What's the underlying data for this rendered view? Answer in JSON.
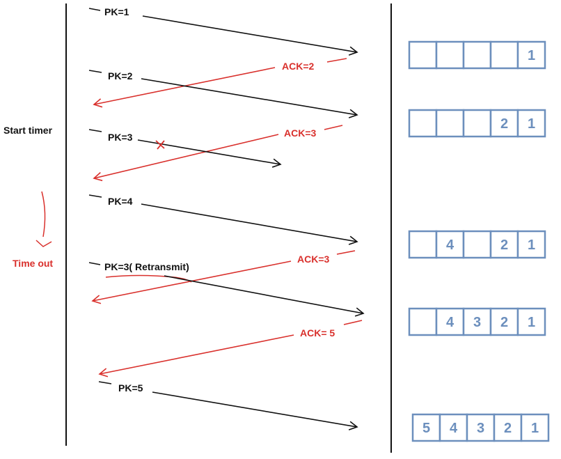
{
  "colors": {
    "packet": "#111111",
    "ack": "#d9302c",
    "buffer": "#6c8fbd",
    "timeline": "#111111"
  },
  "sender": {
    "start_timer_label": "Start timer",
    "timeout_label": "Time out"
  },
  "packets": [
    {
      "label": "PK=1",
      "lost": false
    },
    {
      "label": "PK=2",
      "lost": false
    },
    {
      "label": "PK=3",
      "lost": true
    },
    {
      "label": "PK=4",
      "lost": false
    },
    {
      "label": "PK=3( Retransmit)",
      "lost": false
    },
    {
      "label": "PK=5",
      "lost": false
    }
  ],
  "acks": [
    {
      "label": "ACK=2"
    },
    {
      "label": "ACK=3"
    },
    {
      "label": "ACK=3"
    },
    {
      "label": "ACK= 5"
    }
  ],
  "receiver_buffers": [
    {
      "cells": [
        "",
        "",
        "",
        "",
        "1"
      ]
    },
    {
      "cells": [
        "",
        "",
        "",
        "2",
        "1"
      ]
    },
    {
      "cells": [
        "",
        "4",
        "",
        "2",
        "1"
      ]
    },
    {
      "cells": [
        "",
        "4",
        "3",
        "2",
        "1"
      ]
    },
    {
      "cells": [
        "5",
        "4",
        "3",
        "2",
        "1"
      ]
    }
  ]
}
